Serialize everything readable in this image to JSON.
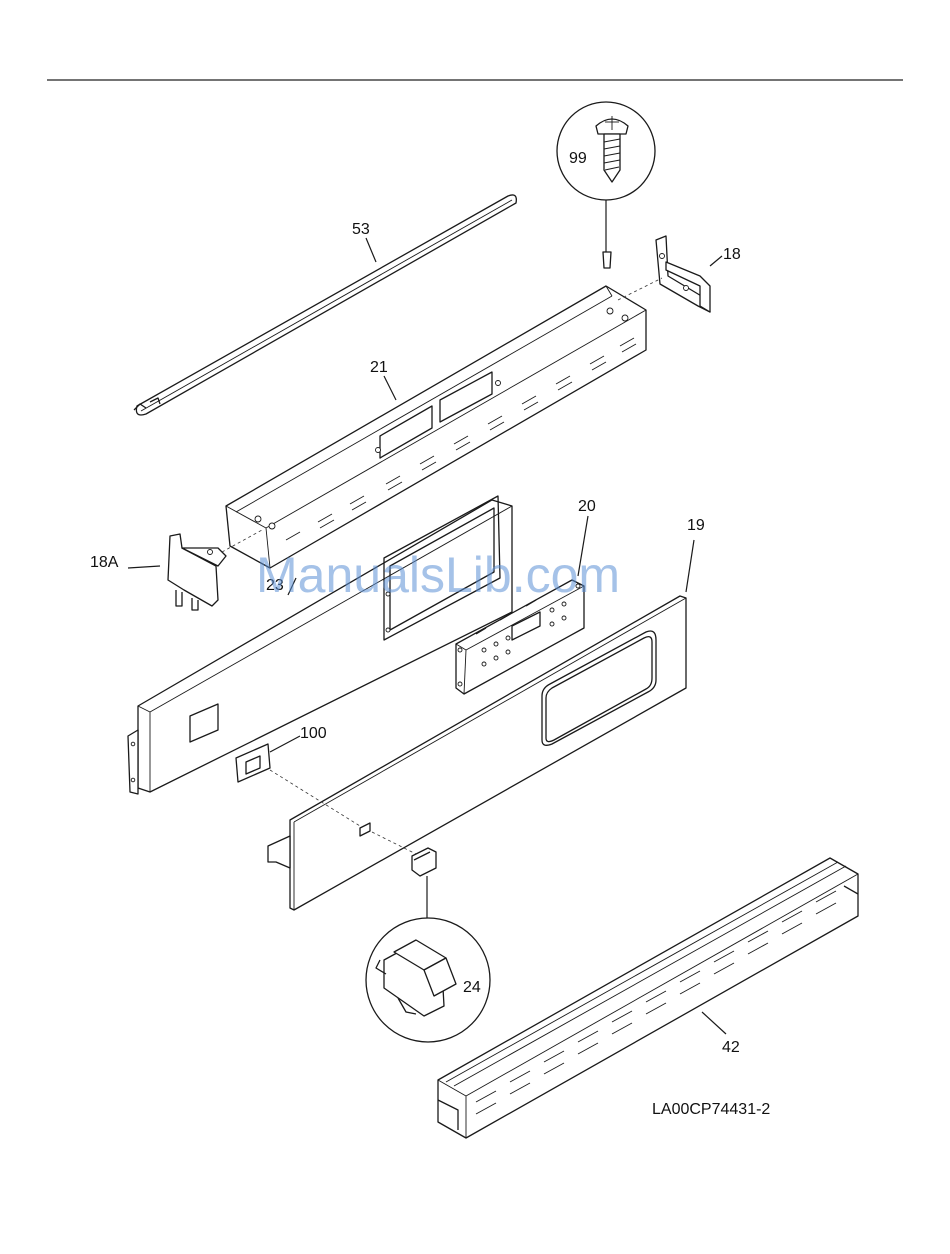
{
  "diagram": {
    "drawing_code": "LA00CP74431-2",
    "watermark": "ManualsLib.com",
    "callouts": {
      "c99": "99",
      "c18": "18",
      "c53": "53",
      "c21": "21",
      "c18a": "18A",
      "c20": "20",
      "c19": "19",
      "c23": "23",
      "c100": "100",
      "c24": "24",
      "c42": "42"
    }
  }
}
